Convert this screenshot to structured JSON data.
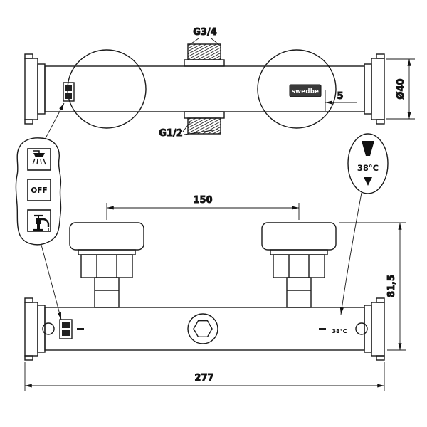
{
  "colors": {
    "line": "#1a1a1a",
    "background": "#ffffff",
    "brand_plate": "#3a3a3a",
    "brand_text": "#ffffff"
  },
  "side_view": {
    "thread_top_label": "G3/4",
    "thread_bottom_label": "G1/2",
    "brand_label": "swedbe",
    "offset_dim_label": "5",
    "diameter_dim_label": "Ø40"
  },
  "front_view": {
    "center_distance_dim_label": "150",
    "height_dim_label": "81,5",
    "width_dim_label": "277",
    "temp_mark_label": "38°C"
  },
  "callouts": {
    "mode_selector": {
      "shower_icon": "shower-head",
      "off_label": "OFF",
      "tap_icon": "bath-tap"
    },
    "temperature": {
      "safety_icon": "safety-stop-wedge",
      "temp_label": "38°C",
      "drop_icon": "down-triangle"
    }
  }
}
